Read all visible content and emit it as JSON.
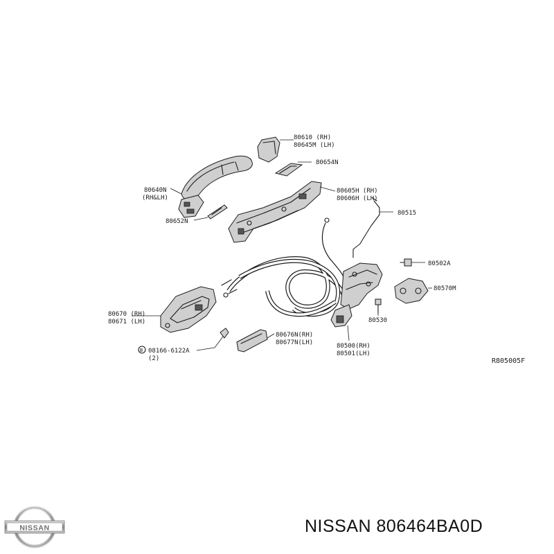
{
  "caption": "NISSAN 806464BA0D",
  "diagram_code": "R805005F",
  "logo_text": "NISSAN",
  "labels": {
    "p80640n": "80640N",
    "p80640n_sub": "(RH&LH)",
    "p80652n": "80652N",
    "p80610": "80610 (RH)",
    "p80645m": "80645M (LH)",
    "p80654n": "80654N",
    "p80605h": "80605H (RH)",
    "p80606h": "80606H (LH)",
    "p80515": "80515",
    "p80502a": "80502A",
    "p80570m": "80570M",
    "p80530": "80530",
    "p80500": "80500(RH)",
    "p80501": "80501(LH)",
    "p80670": "80670 (RH)",
    "p80671": "80671 (LH)",
    "p80676n": "80676N(RH)",
    "p80677n": "80677N(LH)",
    "p08166_mark": "B",
    "p08166": "08166-6122A",
    "p08166_qty": "(2)"
  }
}
